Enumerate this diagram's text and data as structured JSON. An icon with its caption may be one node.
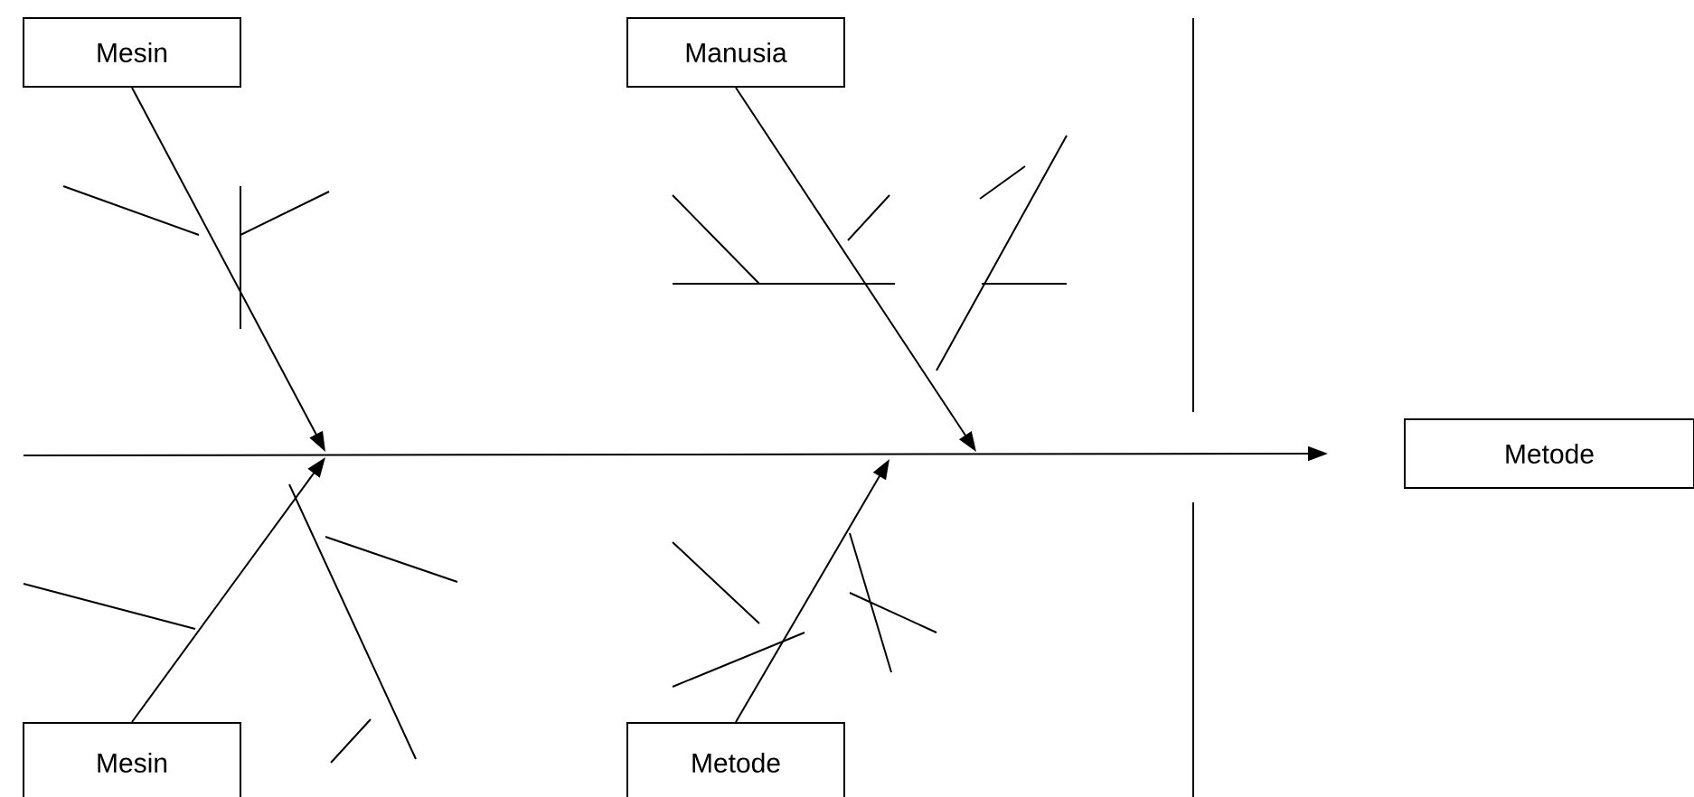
{
  "diagram": {
    "nodes": [
      {
        "text": [
          "Mesin"
        ]
      },
      {
        "text": [
          "Manusia"
        ]
      },
      {
        "text": [
          "Metode"
        ]
      },
      {
        "text": [
          "Mesin"
        ]
      },
      {
        "text": [
          "Metode"
        ]
      }
    ],
    "edges": [
      {
        "from": null,
        "to": 2,
        "arrow": "to"
      },
      {
        "from": 0,
        "to": null,
        "arrow": "to"
      },
      {
        "from": 1,
        "to": null,
        "arrow": "to"
      },
      {
        "from": 3,
        "to": null,
        "arrow": "to"
      },
      {
        "from": 4,
        "to": null,
        "arrow": "to"
      }
    ]
  }
}
